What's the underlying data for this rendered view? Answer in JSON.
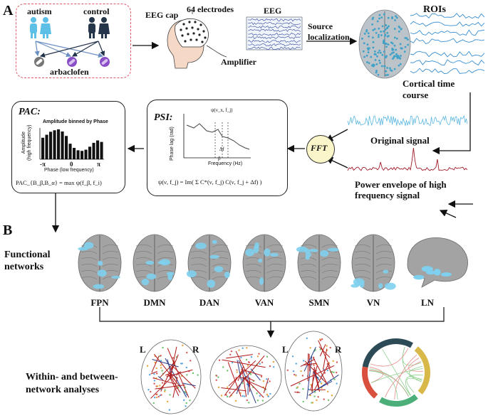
{
  "panels": {
    "a": "A",
    "b": "B"
  },
  "groups": {
    "autism": "autism",
    "control": "control",
    "drug": "arbaclofen"
  },
  "eeg": {
    "cap": "EEG cap",
    "electrodes": "64 electrodes",
    "signal": "EEG",
    "amplifier": "Amplifier",
    "source_loc": "Source\nlocalization",
    "rois": "ROIs",
    "cortical": "Cortical time\ncourse"
  },
  "signals": {
    "original": "Original signal",
    "power": "Power envelope of high\nfrequency signal",
    "fft": "FFT"
  },
  "pac": {
    "title": "PAC:",
    "chart_title": "Amplitude binned by Phase",
    "ylabel": "Amplitude\n(high frequency)",
    "xlabel": "Phase (low frequency)",
    "tick_left": "-π",
    "tick_mid": "0",
    "tick_right": "π",
    "formula": "PAC_{B_β,B_α} = max ψ(f_β, f_i)"
  },
  "psi": {
    "title": "PSI:",
    "ylabel": "Phase lag (rad)",
    "xlabel": "Frequency (Hz)",
    "peak_label": "ψ(ν_x, f_j)",
    "delta": "Δf",
    "beta": "β",
    "formula": "ψ(ν, f_j) = Im( Σ C*(ν, f_j) C(ν, f_j + Δf) )"
  },
  "networks": {
    "label": "Functional\nnetworks",
    "names": [
      "FPN",
      "DMN",
      "DAN",
      "VAN",
      "SMN",
      "VN",
      "LN"
    ]
  },
  "analysis": {
    "label": "Within- and between-\nnetwork analyses",
    "left": "L",
    "right": "R"
  },
  "colors": {
    "accent": "#5bbfe6",
    "cortex": "#9a9a9a",
    "signal_blue": "#4aa7d8",
    "signal_red": "#a01d2a",
    "dash_border": "#e05a6a"
  },
  "chart_data": {
    "type": "bar",
    "title": "Amplitude binned by Phase",
    "xlabel": "Phase (low frequency)",
    "ylabel": "Amplitude\n(high frequency)",
    "tick_labels": [
      "-π",
      "0",
      "π"
    ],
    "values": [
      0.72,
      0.82,
      0.92,
      0.97,
      1.0,
      0.93,
      0.78,
      0.52,
      0.38,
      0.3,
      0.28,
      0.32,
      0.42,
      0.55,
      0.63,
      0.58
    ]
  }
}
